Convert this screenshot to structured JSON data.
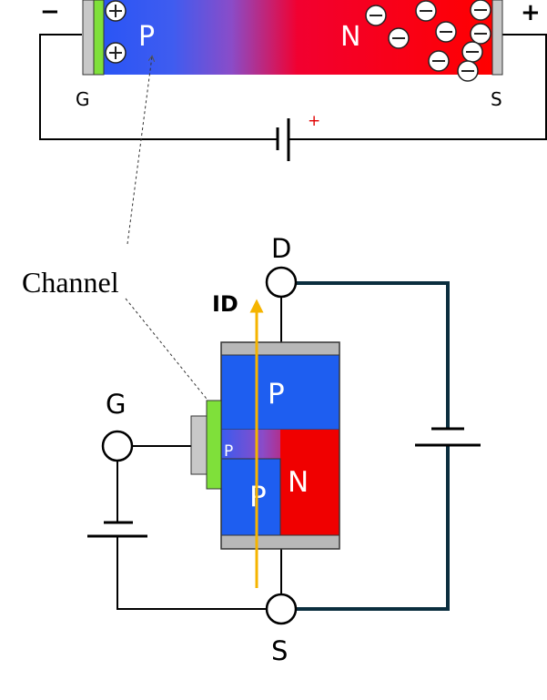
{
  "top": {
    "minus_sign": "−",
    "plus_sign": "+",
    "p_label": "P",
    "n_label": "N",
    "g_label": "G",
    "s_label": "S",
    "battery_plus": "+",
    "hole_count": 2,
    "electron_count": 9
  },
  "bottom": {
    "d_label": "D",
    "id_label": "ID",
    "g_label": "G",
    "s_label": "S",
    "p_upper_label": "P",
    "p_channel_label": "P",
    "p_lower_label": "P",
    "n_label": "N"
  },
  "channel_label": "Channel",
  "colors": {
    "p_region": "#1e5ef0",
    "n_region": "#f00000",
    "gate_green": "#7fe03a",
    "contact_gray": "#b8b8b8",
    "wire": "#000000",
    "wire_dark": "#0b2e3e",
    "current_arrow": "#f5b400",
    "battery_plus": "#e00000"
  }
}
